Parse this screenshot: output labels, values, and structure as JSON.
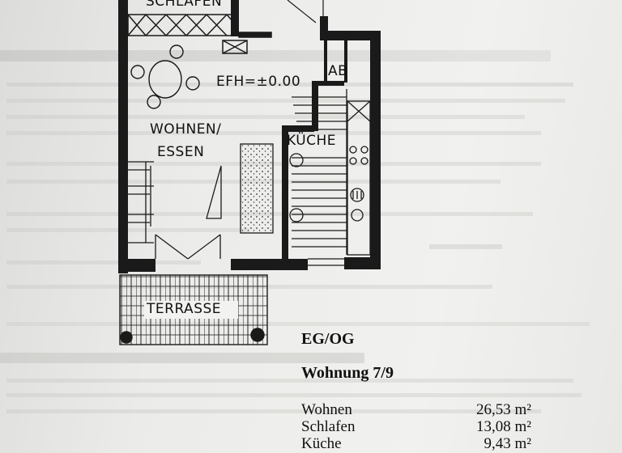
{
  "plan": {
    "rooms": {
      "schlafen": "SCHLAFEN",
      "wohnen_line1": "WOHNEN/",
      "wohnen_line2": "ESSEN",
      "kueche": "KÜCHE",
      "ab": "AB",
      "terrasse": "TERRASSE",
      "efh": "EFH=±0.00"
    }
  },
  "info": {
    "floor": "EG/OG",
    "unit": "Wohnung 7/9",
    "areas": [
      {
        "label": "Wohnen",
        "value": "26,53 m²"
      },
      {
        "label": "Schlafen",
        "value": "13,08 m²"
      },
      {
        "label": "Küche",
        "value": "9,43 m²"
      }
    ]
  }
}
